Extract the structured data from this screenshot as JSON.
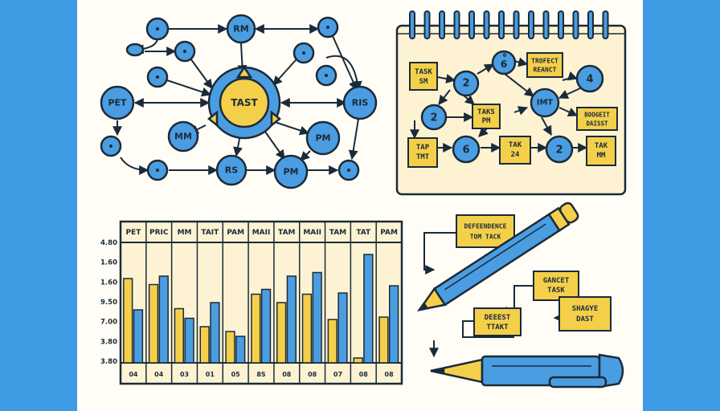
{
  "colors": {
    "background": "#3d9be3",
    "paper": "#fffdf5",
    "notepad": "#fdf3d3",
    "blue": "#4a9de0",
    "yellow": "#f4cf4a",
    "ink": "#1b2a3a"
  },
  "network": {
    "nodes": {
      "rm": "RM",
      "pet": "PET",
      "tast": "TAST",
      "ris": "RIS",
      "mm": "MM",
      "pm": "PM",
      "rs": "RS",
      "bpm": "PM"
    }
  },
  "notepad": {
    "boxes": {
      "task_sm": [
        "TASK",
        "SM"
      ],
      "trofect": [
        "TROFECT",
        "REANCT"
      ],
      "taks_pm": [
        "TAKS",
        "PM"
      ],
      "boogeit": [
        "BOOGEIT",
        "DAISST"
      ],
      "tap_tmt": [
        "TAP",
        "TMT"
      ],
      "tak_24": [
        "TAK",
        "24"
      ],
      "tak_mm": [
        "TAK",
        "MM"
      ]
    },
    "nodes": {
      "n2a": "2",
      "n6": "6",
      "n4": "4",
      "n2b": "2",
      "imt": "IMT",
      "n6b": "6",
      "n2c": "2"
    },
    "small_labels": {
      "n6_top": "6"
    }
  },
  "flow": {
    "boxes": {
      "defeendence": [
        "DEFEENDENCE",
        "TOM TACK"
      ],
      "gancet": [
        "GANCET",
        "TASK"
      ],
      "shagye": [
        "SHAGYE",
        "DAST"
      ],
      "deeest": [
        "DEEEST",
        "TTAKT"
      ]
    }
  },
  "chart_data": {
    "type": "bar",
    "column_headers": [
      "PET",
      "PRIC",
      "MM",
      "TAIT",
      "PAM",
      "MAII",
      "TAM",
      "MAII",
      "TAM",
      "TAT",
      "PAM"
    ],
    "categories": [
      "04",
      "04",
      "03",
      "01",
      "05",
      "8S",
      "08",
      "08",
      "07",
      "08",
      "08"
    ],
    "yticks": [
      "4.80",
      "1.60",
      "1.60",
      "9.50",
      "7.00",
      "3.80",
      "3.80"
    ],
    "series": [
      {
        "values": [
          0.7,
          0.65,
          0.45,
          0.3,
          0.26,
          0.57,
          0.5,
          0.57,
          0.36,
          0.04,
          0.38
        ]
      },
      {
        "values": [
          0.44,
          0.72,
          0.37,
          0.5,
          0.22,
          0.61,
          0.72,
          0.75,
          0.58,
          0.9,
          0.64
        ]
      }
    ]
  }
}
